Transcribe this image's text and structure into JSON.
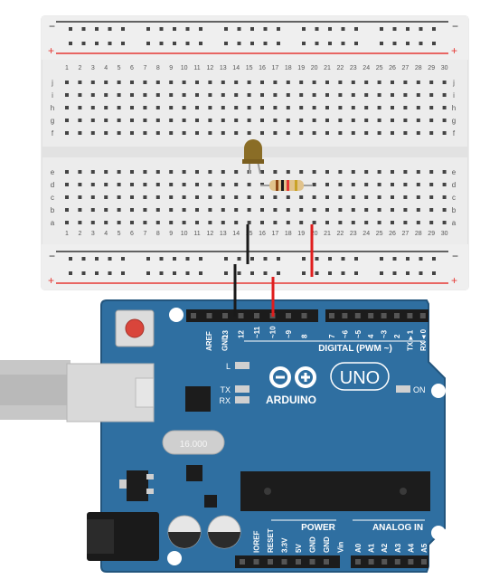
{
  "breadboard": {
    "columns": [
      "1",
      "2",
      "3",
      "4",
      "5",
      "6",
      "7",
      "8",
      "9",
      "10",
      "11",
      "12",
      "13",
      "14",
      "15",
      "16",
      "17",
      "18",
      "19",
      "20",
      "21",
      "22",
      "23",
      "24",
      "25",
      "26",
      "27",
      "28",
      "29",
      "30"
    ],
    "top_rows": [
      "j",
      "i",
      "h",
      "g",
      "f"
    ],
    "bottom_rows": [
      "e",
      "d",
      "c",
      "b",
      "a"
    ],
    "rail_minus": "−",
    "rail_plus": "+"
  },
  "components": {
    "led": "LED",
    "resistor": "resistor",
    "wire_black": "GND wire",
    "wire_red": "signal wire"
  },
  "arduino": {
    "brand": "ARDUINO",
    "model": "UNO",
    "crystal": "16.000",
    "on_label": "ON",
    "led_l": "L",
    "led_tx": "TX",
    "led_rx": "RX",
    "digital_label": "DIGITAL (PWM ~)",
    "digital_pins_left": [
      "AREF",
      "GND",
      "13",
      "12",
      "~11",
      "~10",
      "~9",
      "8"
    ],
    "digital_pins_right": [
      "7",
      "~6",
      "~5",
      "4",
      "~3",
      "2",
      "TX ▸ 1",
      "RX ◂ 0"
    ],
    "power_label": "POWER",
    "power_pins": [
      "IOREF",
      "RESET",
      "3.3V",
      "5V",
      "GND",
      "GND",
      "Vin"
    ],
    "analog_label": "ANALOG IN",
    "analog_pins": [
      "A0",
      "A1",
      "A2",
      "A3",
      "A4",
      "A5"
    ]
  },
  "colors": {
    "board_blue": "#2f6fa1",
    "board_edge": "#23557d",
    "breadboard": "#ececec",
    "rail_red": "#e53935",
    "rail_dark": "#333333",
    "wire_red": "#e01d1d",
    "wire_black": "#1a1a1a"
  }
}
